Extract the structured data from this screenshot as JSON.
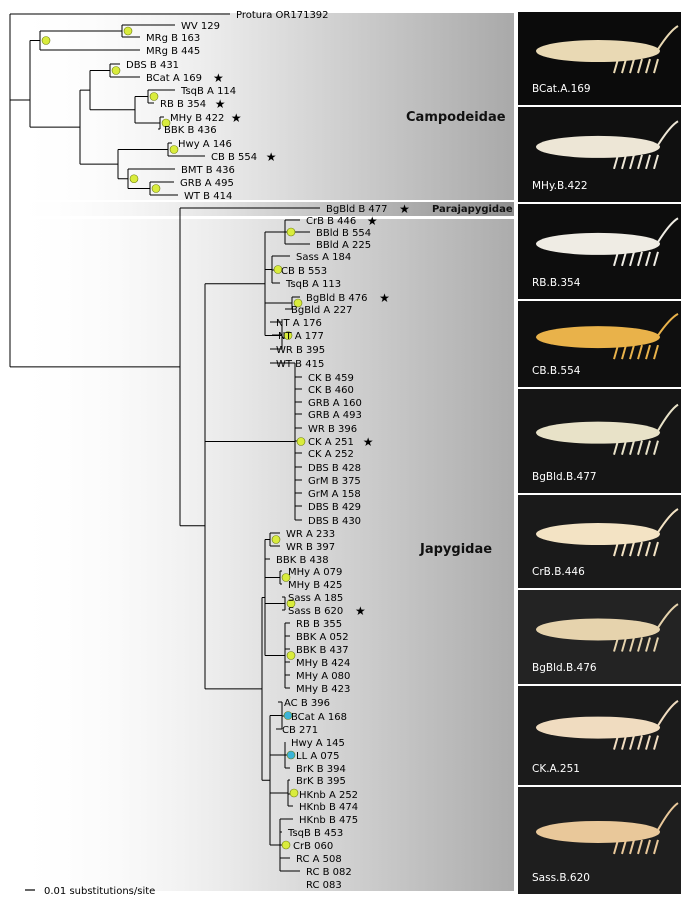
{
  "families": {
    "campodeidae": "Campodeidae",
    "parajapygidae": "Parajapygidae",
    "japygidae": "Japygidae"
  },
  "scale_label": "0.01 substitutions/site",
  "legend": {
    "star": "★",
    "node_colors": {
      "supported": "#d9ec3c",
      "alternate": "#3cb4d8"
    }
  },
  "taxa": [
    "Protura OR171392",
    "WV 129",
    "MRg B 163",
    "MRg B 445",
    "DBS B 431",
    "BCat A 169",
    "TsqB A 114",
    "RB B 354",
    "MHy B 422",
    "BBK B 436",
    "Hwy A 146",
    "CB B 554",
    "BMT B 436",
    "GRB A 495",
    "WT B 414",
    "BgBld B 477",
    "CrB B 446",
    "BBld B 554",
    "BBld A 225",
    "Sass A 184",
    "CB B 553",
    "TsqB A 113",
    "BgBld B 476",
    "BgBld A 227",
    "NT A 176",
    "NT A 177",
    "WR B 395",
    "WT B 415",
    "CK B 459",
    "CK B 460",
    "GRB A 160",
    "GRB A 493",
    "WR B 396",
    "CK A 251",
    "CK A 252",
    "DBS B 428",
    "GrM B 375",
    "GrM A 158",
    "DBS B 429",
    "DBS B 430",
    "WR A 233",
    "WR B 397",
    "BBK B 438",
    "MHy A 079",
    "MHy B 425",
    "Sass A 185",
    "Sass B 620",
    "RB B 355",
    "BBK A 052",
    "BBK B 437",
    "MHy B 424",
    "MHy A 080",
    "MHy B 423",
    "AC B 396",
    "BCat A 168",
    "CB 271",
    "Hwy A 145",
    "LL A 075",
    "BrK B 394",
    "BrK B 395",
    "HKnb A 252",
    "HKnb B 474",
    "HKnb B 475",
    "TsqB B 453",
    "CrB 060",
    "RC A 508",
    "RC B 082",
    "RC 083"
  ],
  "starred": [
    "BCat A 169",
    "RB B 354",
    "MHy B 422",
    "CB B 554",
    "BgBld B 477",
    "CrB B 446",
    "BgBld B 476",
    "CK A 251",
    "Sass B 620"
  ],
  "photos": [
    {
      "caption": "BCat.A.169",
      "bg": "#0b0b0b",
      "body": "#e9d9b4"
    },
    {
      "caption": "MHy.B.422",
      "bg": "#101010",
      "body": "#ede6d6"
    },
    {
      "caption": "RB.B.354",
      "bg": "#0d0d0d",
      "body": "#efece4"
    },
    {
      "caption": "CB.B.554",
      "bg": "#0f0f0f",
      "body": "#e9b24a"
    },
    {
      "caption": "BgBld.B.477",
      "bg": "#151515",
      "body": "#e8e2c8"
    },
    {
      "caption": "CrB.B.446",
      "bg": "#1a1a1a",
      "body": "#f3e3c4"
    },
    {
      "caption": "BgBld.B.476",
      "bg": "#232323",
      "body": "#e6d3ad"
    },
    {
      "caption": "CK.A.251",
      "bg": "#1b1b1b",
      "body": "#f0dcc0"
    },
    {
      "caption": "Sass.B.620",
      "bg": "#1e1e1e",
      "body": "#e9c89a"
    }
  ]
}
